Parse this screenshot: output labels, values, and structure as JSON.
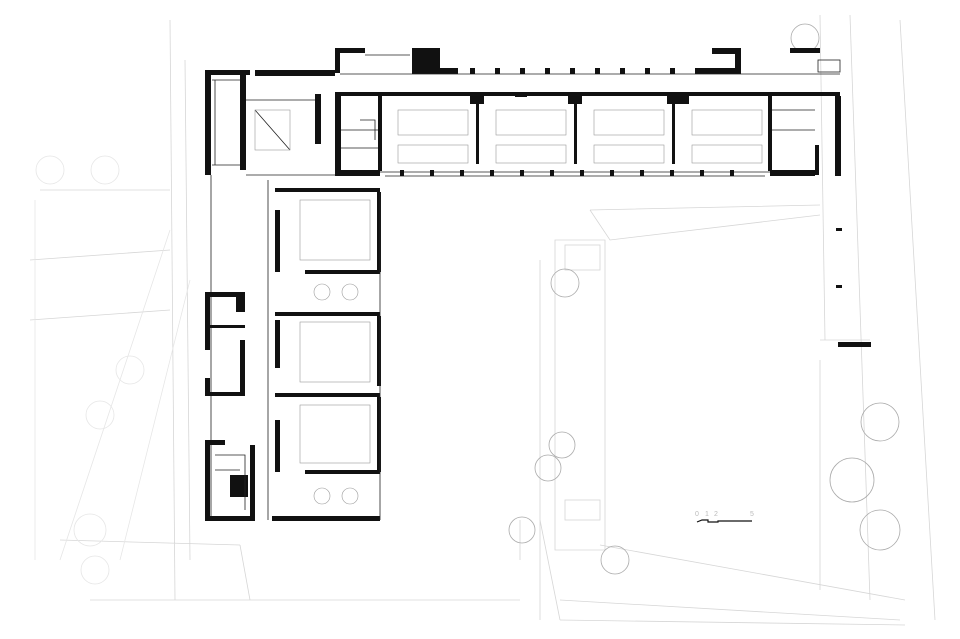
{
  "drawing": {
    "type": "floor-plan",
    "wall_color": "#111111",
    "context_line_color": "#d6d6d6"
  },
  "scale_bar": {
    "labels": [
      "0",
      "1",
      "2",
      "5"
    ]
  }
}
